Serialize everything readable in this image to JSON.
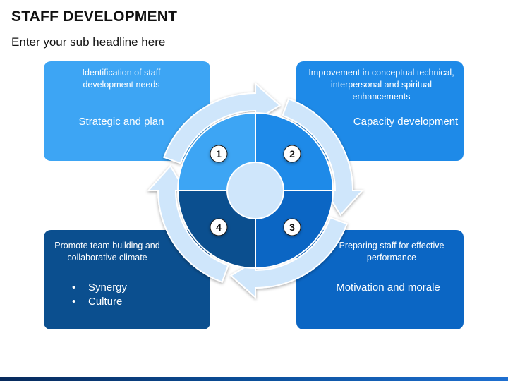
{
  "header": {
    "title": "STAFF DEVELOPMENT",
    "subtitle": "Enter your sub headline here"
  },
  "cards": [
    {
      "number": "1",
      "heading": "Identification of staff development needs",
      "body": "Strategic and plan",
      "color": "#3da5f4"
    },
    {
      "number": "2",
      "heading": "Improvement in conceptual technical, interpersonal and spiritual enhancements",
      "body": "Capacity development",
      "color": "#1e8ae8"
    },
    {
      "number": "3",
      "heading": "Preparing staff for effective performance",
      "body": "Motivation and morale",
      "color": "#0b66c4"
    },
    {
      "number": "4",
      "heading": "Promote team building and collaborative climate",
      "items": [
        "Synergy",
        "Culture"
      ],
      "color": "#0b4f8f"
    }
  ],
  "colors": {
    "arrow_ring": "#cfe6fb",
    "quadrant_1": "#3da5f4",
    "quadrant_2": "#1e8ae8",
    "quadrant_3": "#0b66c4",
    "quadrant_4": "#0b4f8f",
    "center_circle": "#cfe6fb"
  }
}
